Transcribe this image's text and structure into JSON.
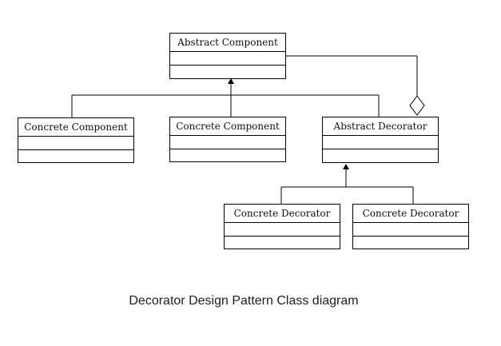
{
  "classes": {
    "abstract_component": {
      "name": "Abstract Component"
    },
    "concrete_component_1": {
      "name": "Concrete Component"
    },
    "concrete_component_2": {
      "name": "Concrete Component"
    },
    "abstract_decorator": {
      "name": "Abstract Decorator"
    },
    "concrete_decorator_1": {
      "name": "Concrete Decorator"
    },
    "concrete_decorator_2": {
      "name": "Concrete Decorator"
    }
  },
  "relationships": [
    {
      "type": "inheritance",
      "from": [
        "concrete_component_1",
        "concrete_component_2",
        "abstract_decorator"
      ],
      "to": "abstract_component"
    },
    {
      "type": "inheritance",
      "from": [
        "concrete_decorator_1",
        "concrete_decorator_2"
      ],
      "to": "abstract_decorator"
    },
    {
      "type": "aggregation",
      "from": "abstract_decorator",
      "to": "abstract_component"
    }
  ],
  "caption": "Decorator Design Pattern Class diagram"
}
